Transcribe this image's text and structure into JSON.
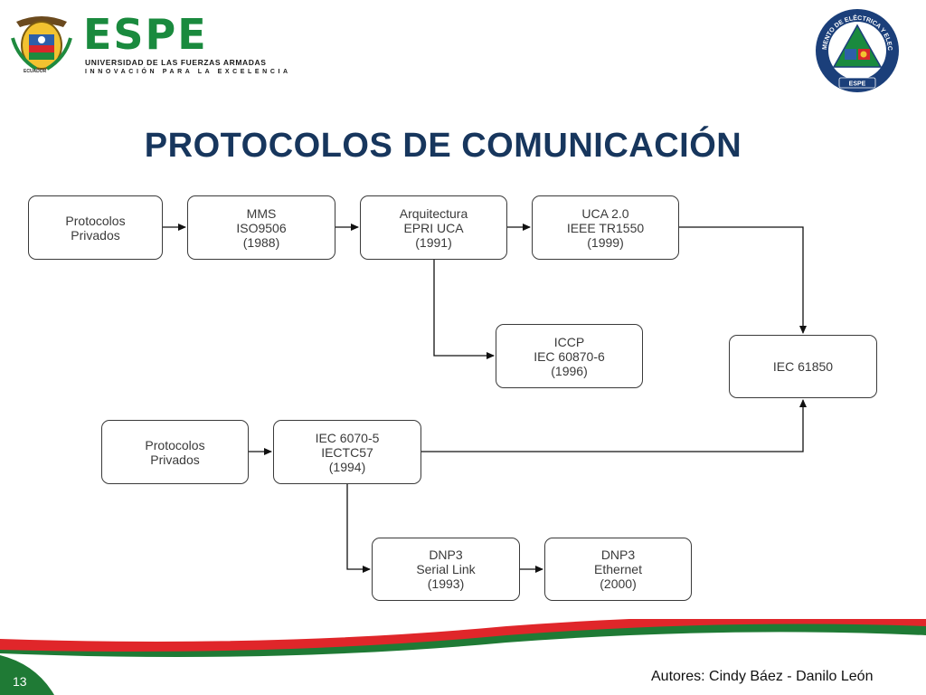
{
  "header": {
    "logo_text": "ESPE",
    "university": "UNIVERSIDAD DE LAS FUERZAS ARMADAS",
    "motto": "INNOVACIÓN PARA LA EXCELENCIA",
    "crest_caption": "ECUADOR",
    "seal_top_text": "DEPARTAMENTO DE ELÉCTRICA Y ELECTRÓNICA",
    "seal_bottom_text": "ESPE"
  },
  "slide": {
    "title": "PROTOCOLOS DE COMUNICACIÓN",
    "page_number": "13",
    "authors": "Autores: Cindy Báez   - Danilo León"
  },
  "colors": {
    "title": "#17365d",
    "espe_green": "#1a8a3e",
    "footer_red": "#e0262a",
    "footer_green": "#1f7a35"
  },
  "diagram": {
    "nodes": {
      "priv1": [
        "Protocolos",
        "Privados"
      ],
      "mms": [
        "MMS",
        "ISO9506",
        "(1988)"
      ],
      "epri": [
        "Arquitectura",
        "EPRI UCA",
        "(1991)"
      ],
      "uca": [
        "UCA 2.0",
        "IEEE TR1550",
        "(1999)"
      ],
      "iccp": [
        "ICCP",
        "IEC 60870-6",
        "(1996)"
      ],
      "iec61850": [
        "IEC 61850"
      ],
      "priv2": [
        "Protocolos",
        "Privados"
      ],
      "iec6070": [
        "IEC 6070-5",
        "IECTC57",
        "(1994)"
      ],
      "dnp3s": [
        "DNP3",
        "Serial Link",
        "(1993)"
      ],
      "dnp3e": [
        "DNP3",
        "Ethernet",
        "(2000)"
      ]
    }
  }
}
